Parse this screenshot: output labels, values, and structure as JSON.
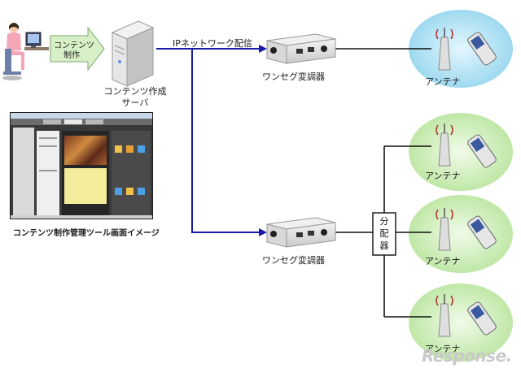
{
  "labels": {
    "arrow_text": "コンテンツ\n制作",
    "server": "コンテンツ作成\nサーバ",
    "ip_network": "IPネットワーク配信",
    "modulator_top": "ワンセグ変調器",
    "modulator_bottom": "ワンセグ変調器",
    "splitter": "分\n配\n器",
    "antenna_1": "アンテナ",
    "antenna_2": "アンテナ",
    "antenna_3": "アンテナ",
    "antenna_4": "アンテナ",
    "tool_caption": "コンテンツ制作管理ツール画面イメージ",
    "watermark": "Response."
  },
  "colors": {
    "network_line": "#1a1aa8",
    "cell_fill": "#d6f0c4",
    "cell_fill_blue": "#bfe6f5",
    "arrow_fill": "#d8f0c8",
    "dark_line": "#111111"
  }
}
